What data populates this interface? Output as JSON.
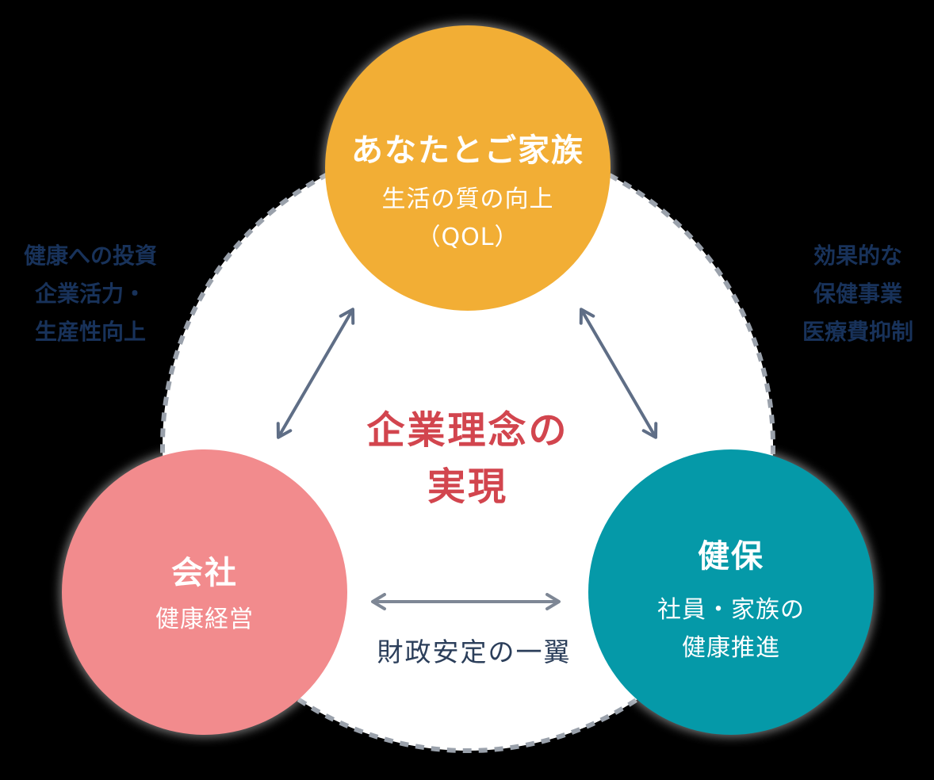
{
  "diagram": {
    "center": {
      "line1": "企業理念の",
      "line2": "実現"
    },
    "circles": {
      "family": {
        "title": "あなたとご家族",
        "sub1": "生活の質の向上",
        "sub2": "（QOL）"
      },
      "company": {
        "title": "会社",
        "sub1": "健康経営"
      },
      "kenpo": {
        "title": "健保",
        "sub1": "社員・家族の",
        "sub2": "健康推進"
      }
    },
    "side_notes": {
      "left": {
        "line1": "健康への投資",
        "line2": "企業活力・",
        "line3": "生産性向上"
      },
      "right": {
        "line1": "効果的な",
        "line2": "保健事業",
        "line3": "医療費抑制"
      }
    },
    "bottom_caption": "財政安定の一翼"
  },
  "colors": {
    "canvas_bg": "#000000",
    "inner_bg": "#FFFFFF",
    "dashed_border": "#9AA1AB",
    "family_circle": "#F2AE35",
    "company_circle": "#F28B8D",
    "kenpo_circle": "#0599A8",
    "center_text": "#D2454E",
    "caption_text": "#2B3E5A",
    "side_text": "#18325A",
    "arrow_diagonal": "#5F6E86",
    "arrow_horizontal": "#7E8795"
  }
}
